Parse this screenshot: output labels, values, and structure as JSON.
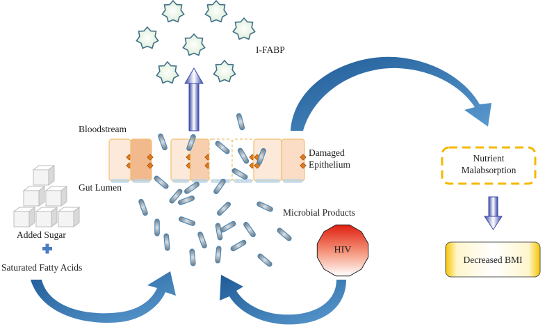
{
  "labels": {
    "ifabp": "I-FABP",
    "bloodstream": "Bloodstream",
    "gut_lumen": "Gut Lumen",
    "damaged_epithelium_line1": "Damaged",
    "damaged_epithelium_line2": "Epithelium",
    "microbial_products": "Microbial Products",
    "added_sugar": "Added Sugar",
    "saturated_fatty_acids": "Saturated Fatty Acids",
    "hiv": "HIV",
    "nutrient_line1": "Nutrient",
    "nutrient_line2": "Malabsorption",
    "decreased_bmi": "Decreased BMI"
  },
  "plus_symbol": "+",
  "colors": {
    "curved_arrow": "#2f6aa6",
    "star_stroke": "#3f6f8a",
    "star_fill": "#eef6e8",
    "cell_fill": "#fde9d9",
    "cell_fill_dark": "#f2b98c",
    "cell_border": "#f0c070",
    "nucleus": "#e07b1a",
    "bacteria_fill": "#9aa5ad",
    "bacteria_stroke": "#4a88b8",
    "hiv_red": "#e8321e",
    "dashed_box": "#f5b800",
    "bmi_box_edge": "#f5c400",
    "sugar_cube": "#e8e8e8"
  },
  "icons": [
    "i-fabp-star-icon",
    "up-arrow-icon",
    "down-arrow-icon",
    "plus-icon",
    "sugar-cube-icon",
    "bacterium-icon",
    "hiv-virus-icon",
    "curved-arrow-icon"
  ]
}
